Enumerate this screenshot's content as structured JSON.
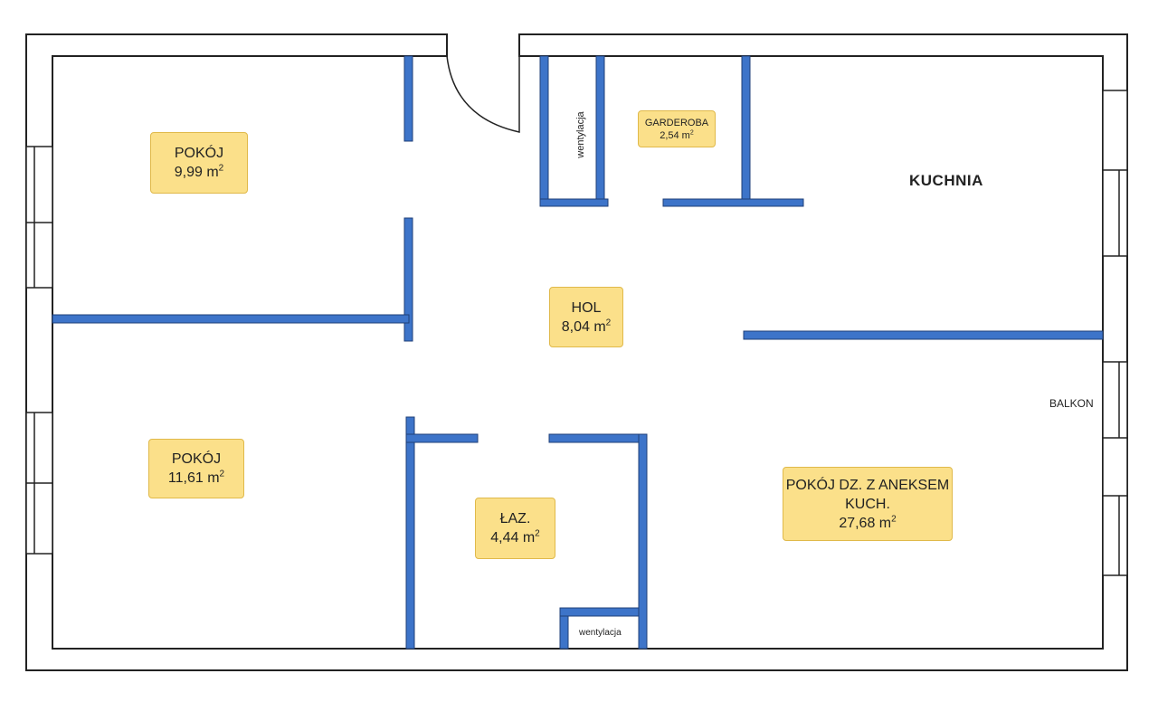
{
  "plan": {
    "rooms": [
      {
        "id": "pokoj-1",
        "name": "POKÓJ",
        "area": "9,99 m",
        "unit_sup": "2"
      },
      {
        "id": "pokoj-2",
        "name": "POKÓJ",
        "area": "11,61 m",
        "unit_sup": "2"
      },
      {
        "id": "hol",
        "name": "HOL",
        "area": "8,04 m",
        "unit_sup": "2"
      },
      {
        "id": "garderoba",
        "name": "GARDEROBA",
        "area": "2,54 m",
        "unit_sup": "2"
      },
      {
        "id": "lazienka",
        "name": "ŁAZ.",
        "area": "4,44 m",
        "unit_sup": "2"
      },
      {
        "id": "pokoj-dzienny",
        "name": "POKÓJ DZ. Z ANEKSEM",
        "name2": "KUCH.",
        "area": "27,68 m",
        "unit_sup": "2"
      }
    ],
    "labels": {
      "kitchen": "KUCHNIA",
      "balcony": "BALKON",
      "ventilation_1": "wentylacja",
      "ventilation_2": "wentylacja"
    },
    "colors": {
      "outer_wall": "#222222",
      "inner_wall": "#3d74c9",
      "label_fill": "#fbe08a",
      "label_border": "#e0b94a"
    }
  }
}
